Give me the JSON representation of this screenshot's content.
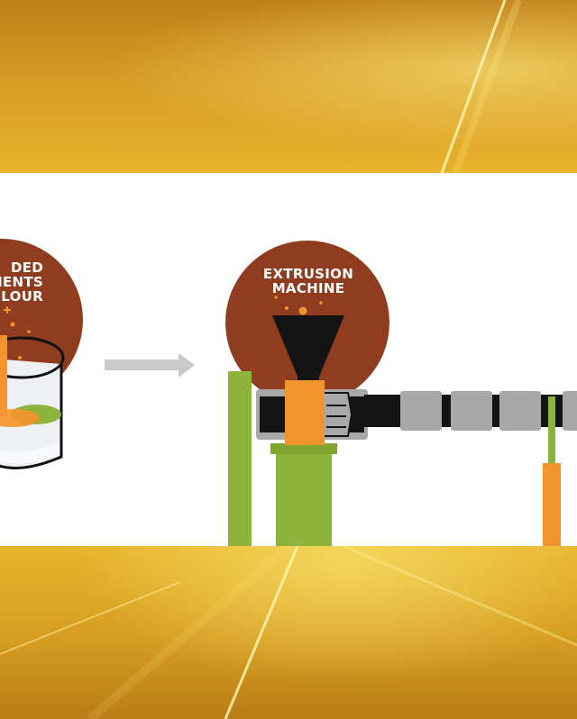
{
  "stage_left": {
    "label_lines": [
      "DED",
      "RIENTS",
      "LOUR"
    ]
  },
  "stage_right": {
    "label_lines": [
      "EXTRUSION",
      "MACHINE"
    ]
  },
  "colors": {
    "circle_brown": "#8f3d1e",
    "orange": "#f3932b",
    "green": "#8cb33a",
    "gray": "#a8a8a8",
    "black": "#141414",
    "arrow": "#c9c9c9",
    "gold": "#dba726"
  }
}
